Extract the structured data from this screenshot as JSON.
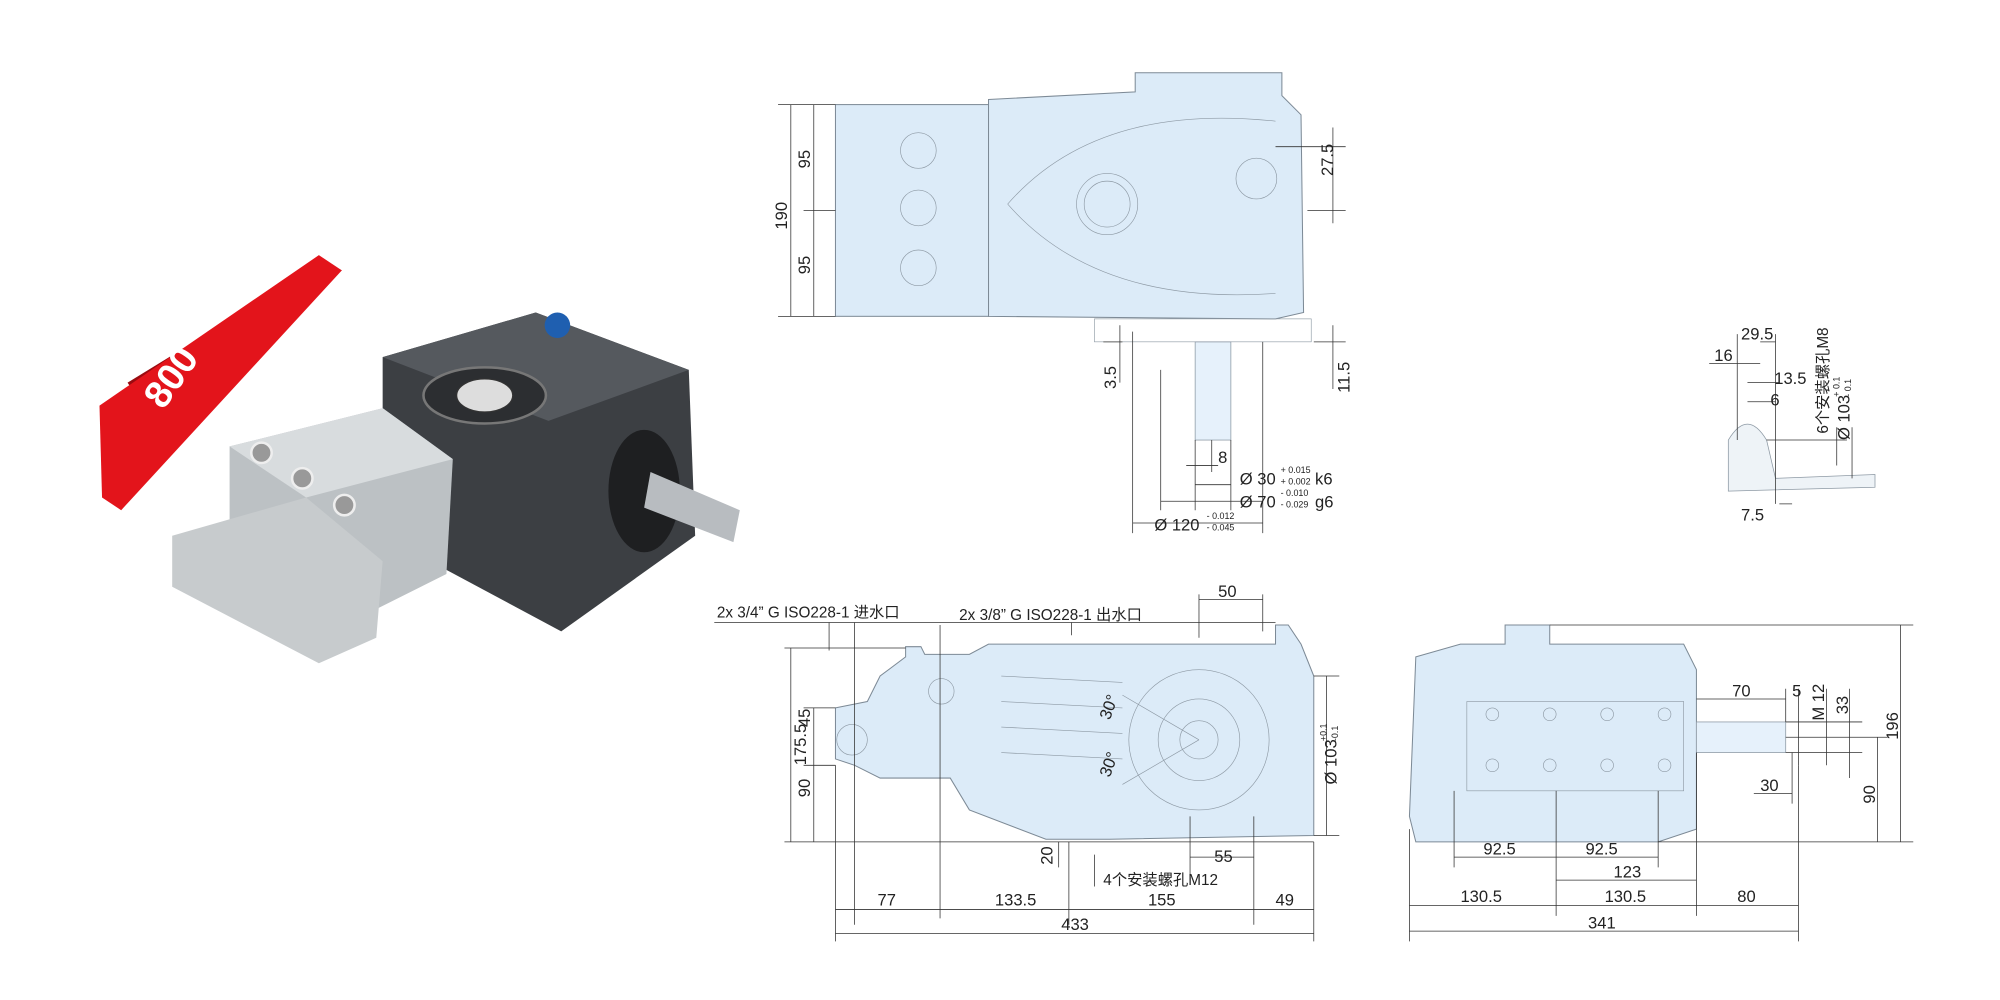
{
  "badge": {
    "model": "800",
    "color": "#e3141b"
  },
  "top_view": {
    "dim_190": "190",
    "dim_95a": "95",
    "dim_95b": "95",
    "dim_27_5": "27.5",
    "dim_3_5": "3.5",
    "dim_11_5": "11.5",
    "dim_8": "8",
    "shaft30": {
      "label": "Ø 30",
      "tol_up": "+ 0.015",
      "tol_low": "+ 0.002",
      "fit": "k6"
    },
    "shaft70": {
      "label": "Ø 70",
      "tol_up": "- 0.010",
      "tol_low": "- 0.029",
      "fit": "g6"
    },
    "shaft120": {
      "label": "Ø 120",
      "tol_up": "- 0.012",
      "tol_low": "- 0.045"
    }
  },
  "detail_view": {
    "dim_29_5": "29.5",
    "dim_16": "16",
    "dim_13_5": "13.5",
    "dim_6": "6",
    "dim_7_5": "7.5",
    "holes": "6个安装螺孔M8",
    "dia103": {
      "label": "Ø 103",
      "tol_up": "+ 0.1",
      "tol_low": "- 0.1"
    }
  },
  "side_view": {
    "inlet": "2x 3/4” G ISO228-1 进水口",
    "outlet": "2x 3/8” G ISO228-1 出水口",
    "dim_50": "50",
    "dim_175_5": "175.5",
    "dim_45": "45",
    "dim_90": "90",
    "angle1": "30°",
    "angle2": "30°",
    "dia103": {
      "label": "Ø 103",
      "tol_up": "+0.1",
      "tol_low": "-0.1"
    },
    "dim_20": "20",
    "dim_55": "55",
    "holes": "4个安装螺孔M12",
    "dim_77": "77",
    "dim_133_5": "133.5",
    "dim_155": "155",
    "dim_49": "49",
    "dim_433": "433"
  },
  "end_view": {
    "dim_70": "70",
    "dim_5": "5",
    "thread": "M 12",
    "dim_33": "33",
    "dim_196": "196",
    "dim_90": "90",
    "dim_30": "30",
    "dim_92_5a": "92.5",
    "dim_92_5b": "92.5",
    "dim_123": "123",
    "dim_130_5a": "130.5",
    "dim_130_5b": "130.5",
    "dim_80": "80",
    "dim_341": "341"
  }
}
